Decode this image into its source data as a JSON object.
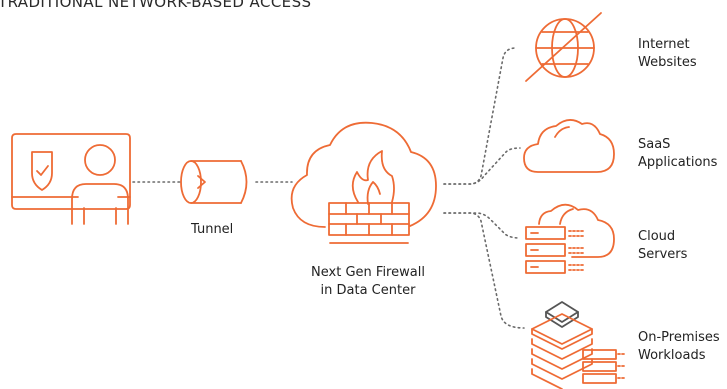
{
  "title": "TRADITIONAL NETWORK-BASED ACCESS",
  "colors": {
    "accent": "#ee6b35",
    "connector": "#6a6a6a",
    "text": "#222222"
  },
  "labels": {
    "tunnel": "Tunnel",
    "firewall": "Next Gen Firewall\nin Data Center",
    "internet": "Internet\nWebsites",
    "saas": "SaaS\nApplications",
    "cloud": "Cloud\nServers",
    "onprem": "On-Premises\nWorkloads"
  },
  "icons": [
    "user-computer-icon",
    "tunnel-pipe-icon",
    "firewall-cloud-icon",
    "globe-icon",
    "cloud-icon",
    "cloud-server-icon",
    "server-stack-icon"
  ]
}
